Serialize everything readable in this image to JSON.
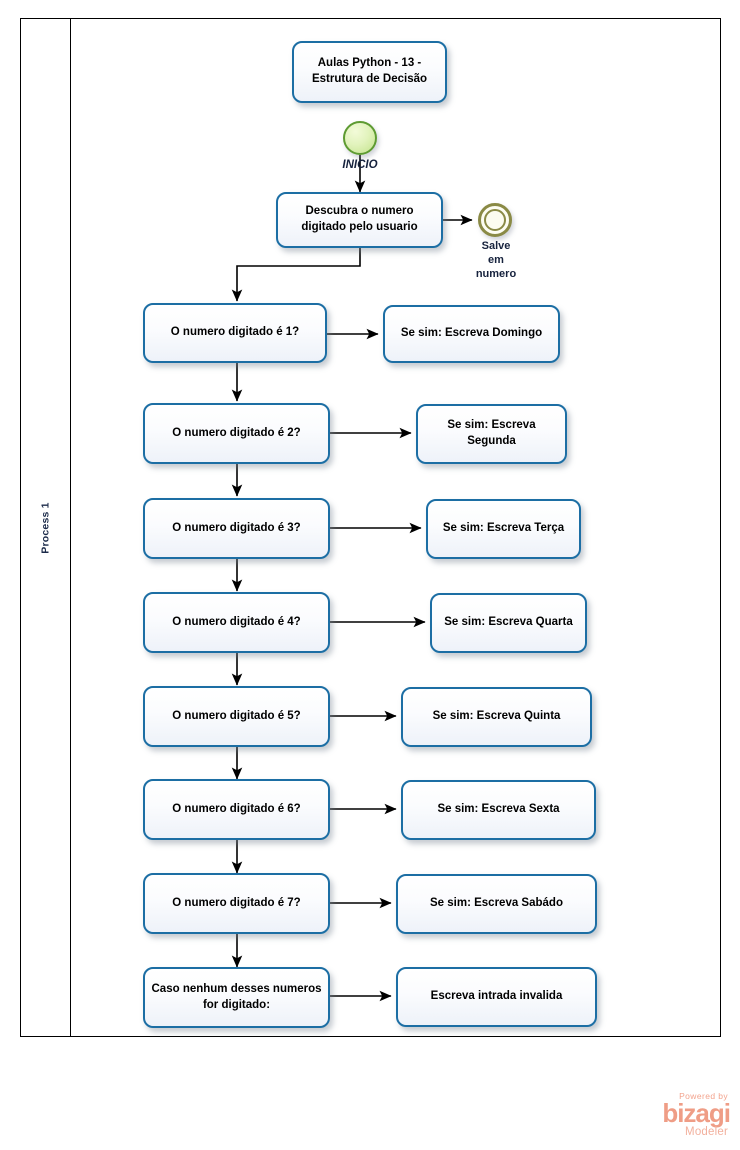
{
  "pool": {
    "label": "Process 1"
  },
  "title_box": {
    "text": "Aulas Python - 13 - Estrutura de Decisão"
  },
  "events": {
    "start": {
      "name": "start-event",
      "label": "INICIO",
      "color": "#5e9b32"
    },
    "end": {
      "name": "end-event",
      "label": "Salve\nem\nnumero",
      "color": "#8a8a45"
    }
  },
  "first_task": {
    "text": "Descubra o numero digitado pelo usuario"
  },
  "rows": [
    {
      "condition": "O numero digitado é 1?",
      "action": "Se sim: Escreva Domingo"
    },
    {
      "condition": "O numero digitado é 2?",
      "action": "Se sim: Escreva Segunda"
    },
    {
      "condition": "O numero digitado é 3?",
      "action": "Se sim: Escreva Terça"
    },
    {
      "condition": "O numero digitado é 4?",
      "action": "Se sim: Escreva Quarta"
    },
    {
      "condition": "O numero digitado é 5?",
      "action": "Se sim: Escreva Quinta"
    },
    {
      "condition": "O  numero digitado é 6?",
      "action": "Se sim: Escreva Sexta"
    },
    {
      "condition": "O numero digitado é 7?",
      "action": "Se sim: Escreva Sabádo"
    },
    {
      "condition": "Caso nenhum desses numeros for digitado:",
      "action": "Escreva intrada invalida"
    }
  ],
  "logo": {
    "powered": "Powered by",
    "word": "bizagi",
    "sub": "Modeler",
    "color": "#ef9d86"
  },
  "theme": {
    "task_border": "#1c6ea4",
    "pool_border": "#000000",
    "connector": "#000000",
    "label_text": "#16223d"
  }
}
